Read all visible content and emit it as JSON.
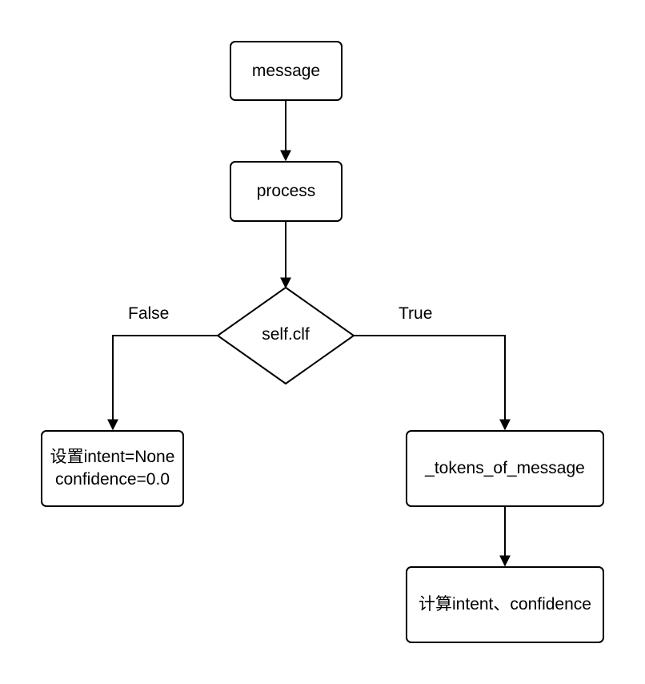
{
  "nodes": {
    "message": "message",
    "process": "process",
    "decision": "self.clf",
    "false_box": {
      "line1": "设置intent=None",
      "line2": "confidence=0.0"
    },
    "tokens": "_tokens_of_message",
    "compute": "计算intent、confidence"
  },
  "edges": {
    "false_label": "False",
    "true_label": "True"
  },
  "colors": {
    "stroke": "#000000",
    "fill": "#ffffff"
  }
}
